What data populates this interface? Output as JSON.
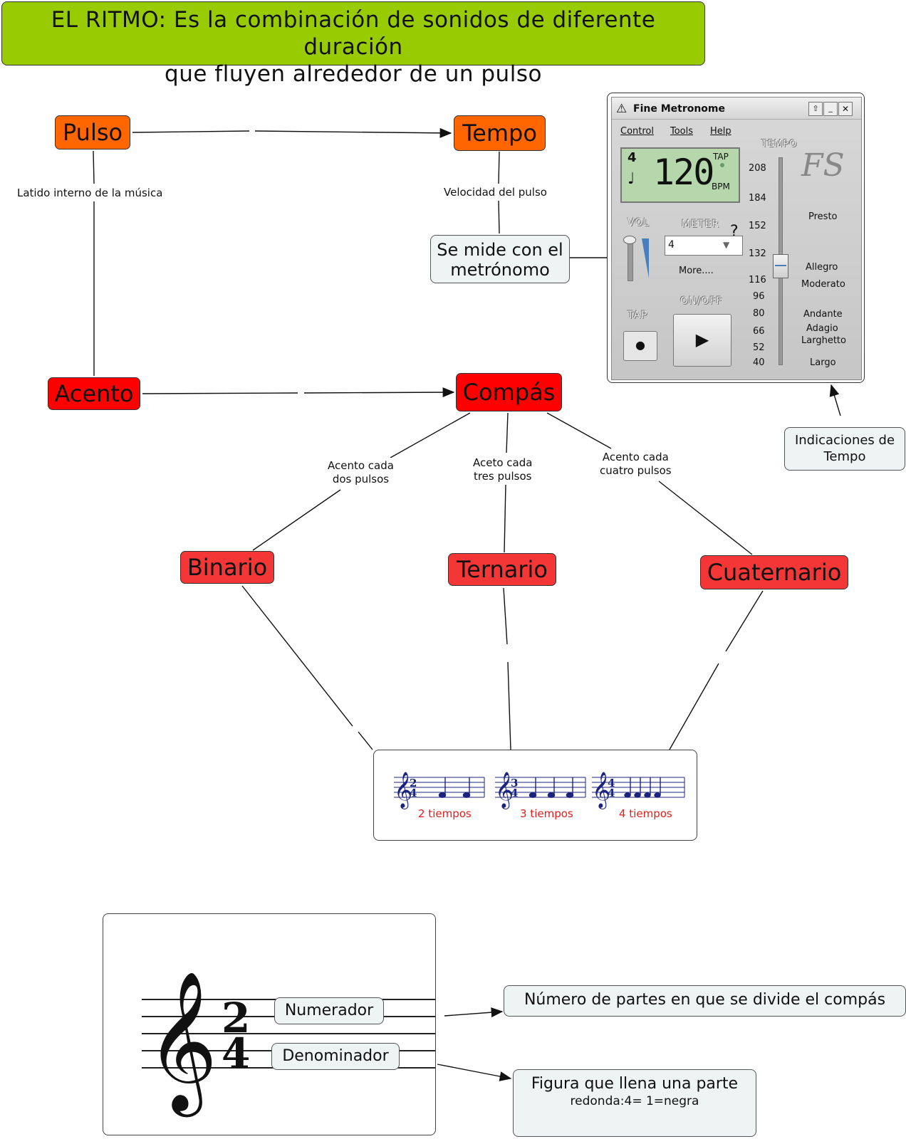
{
  "title": {
    "line1": "EL RITMO: Es la combinación de sonidos de diferente duración",
    "line2": "que fluyen alrededor de un pulso"
  },
  "nodes": {
    "pulso": "Pulso",
    "tempo": "Tempo",
    "acento": "Acento",
    "compas": "Compás",
    "binario": "Binario",
    "ternario": "Ternario",
    "cuaternario": "Cuaternario",
    "se_mide_1": "Se mide con el",
    "se_mide_2": "metrónomo",
    "indicaciones_1": "Indicaciones de",
    "indicaciones_2": "Tempo",
    "numero_partes": "Número de partes en que se divide el compás",
    "figura_1": "Figura que llena una parte",
    "figura_2": "redonda:4= 1=negra"
  },
  "link_labels": {
    "latido": "Latido interno de la música",
    "velocidad": "Velocidad del pulso",
    "dos_1": "Acento cada",
    "dos_2": "dos pulsos",
    "tres_1": "Aceto cada",
    "tres_2": "tres pulsos",
    "cuatro_1": "Acento cada",
    "cuatro_2": "cuatro pulsos"
  },
  "metronome": {
    "window_title": "Fine Metronome",
    "menu": [
      "Control",
      "Tools",
      "Help"
    ],
    "display_meter": "4",
    "display_bpm": "120",
    "tap_label": "TAP",
    "bpm_label": "BPM",
    "vol": "VOL",
    "meter": "METER",
    "meter_value": "4",
    "question": "?",
    "more": "More....",
    "onoff": "ON/OFF",
    "tap_section": "TAP",
    "tempo_header": "TEMPO",
    "scale": [
      "208",
      "184",
      "152",
      "132",
      "116",
      "96",
      "80",
      "66",
      "52",
      "40"
    ],
    "terms": [
      "Presto",
      "Allegro",
      "Moderato",
      "Andante",
      "Adagio",
      "Larghetto",
      "Largo"
    ],
    "logo": "FS",
    "slider_value_bpm": 120
  },
  "score": {
    "t2": "2 tiempos",
    "t3": "3 tiempos",
    "t4": "4 tiempos",
    "sig2_top": "2",
    "sig2_bot": "4",
    "sig3_top": "3",
    "sig3_bot": "4",
    "sig4_top": "4",
    "sig4_bot": "4"
  },
  "timesig": {
    "numerador": "Numerador",
    "denominador": "Denominador",
    "top": "2",
    "bottom": "4"
  },
  "colors": {
    "title_bg": "#99cc00",
    "orange": "#ff6600",
    "red": "#ff0000",
    "pale": "#eef3f3",
    "note_blue": "#1a237e",
    "tiempo_red": "#e02020"
  }
}
